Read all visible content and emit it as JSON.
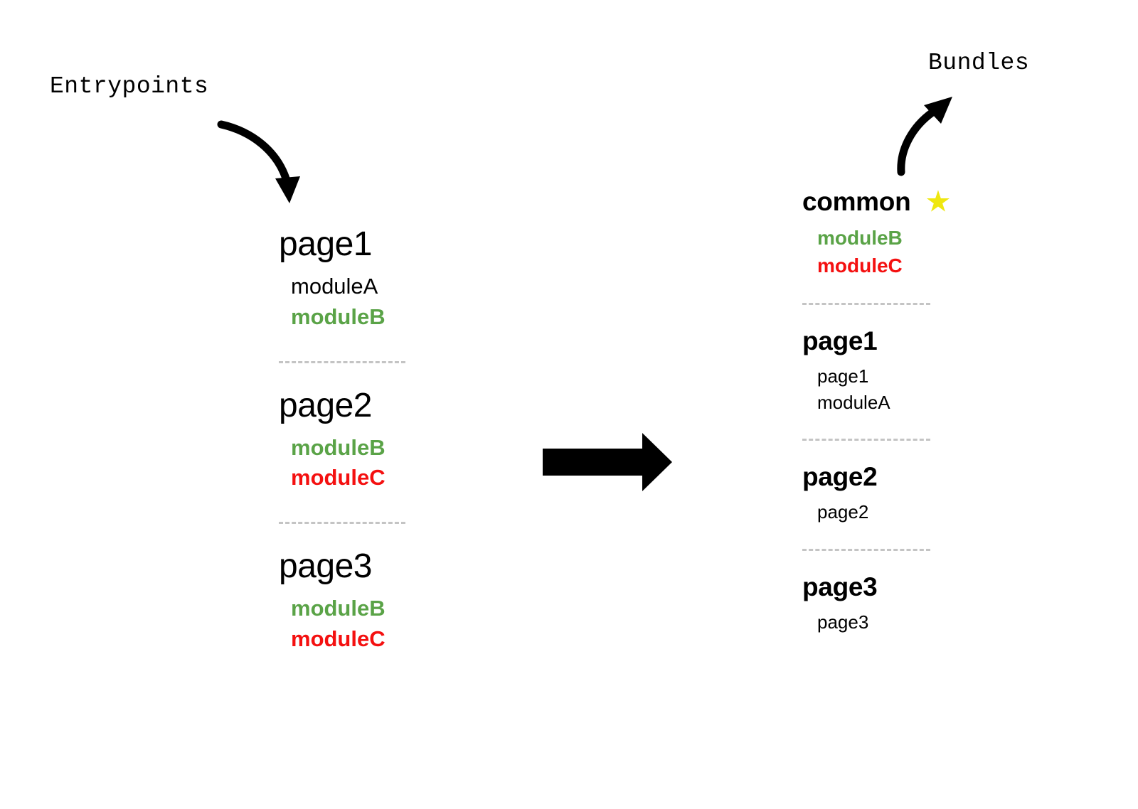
{
  "colors": {
    "background": "#ffffff",
    "text": "#000000",
    "shared_green": "#5aa347",
    "shared_red": "#f41010",
    "separator": "#c4c4c4",
    "star_yellow": "#efe70f",
    "arrow": "#000000"
  },
  "annotations": {
    "entrypoints_label": "Entrypoints",
    "bundles_label": "Bundles"
  },
  "icons": {
    "star": "★"
  },
  "entrypoints": {
    "groups": [
      {
        "title": "page1",
        "items": [
          {
            "label": "moduleA",
            "color": "#000000",
            "shared": false
          },
          {
            "label": "moduleB",
            "color": "#5aa347",
            "shared": true
          }
        ]
      },
      {
        "title": "page2",
        "items": [
          {
            "label": "moduleB",
            "color": "#5aa347",
            "shared": true
          },
          {
            "label": "moduleC",
            "color": "#f41010",
            "shared": true
          }
        ]
      },
      {
        "title": "page3",
        "items": [
          {
            "label": "moduleB",
            "color": "#5aa347",
            "shared": true
          },
          {
            "label": "moduleC",
            "color": "#f41010",
            "shared": true
          }
        ]
      }
    ]
  },
  "bundles": {
    "groups": [
      {
        "title": "common",
        "star": true,
        "items": [
          {
            "label": "moduleB",
            "color": "#5aa347",
            "shared": true
          },
          {
            "label": "moduleC",
            "color": "#f41010",
            "shared": true
          }
        ]
      },
      {
        "title": "page1",
        "star": false,
        "items": [
          {
            "label": "page1",
            "color": "#000000",
            "shared": false
          },
          {
            "label": "moduleA",
            "color": "#000000",
            "shared": false
          }
        ]
      },
      {
        "title": "page2",
        "star": false,
        "items": [
          {
            "label": "page2",
            "color": "#000000",
            "shared": false
          }
        ]
      },
      {
        "title": "page3",
        "star": false,
        "items": [
          {
            "label": "page3",
            "color": "#000000",
            "shared": false
          }
        ]
      }
    ]
  }
}
